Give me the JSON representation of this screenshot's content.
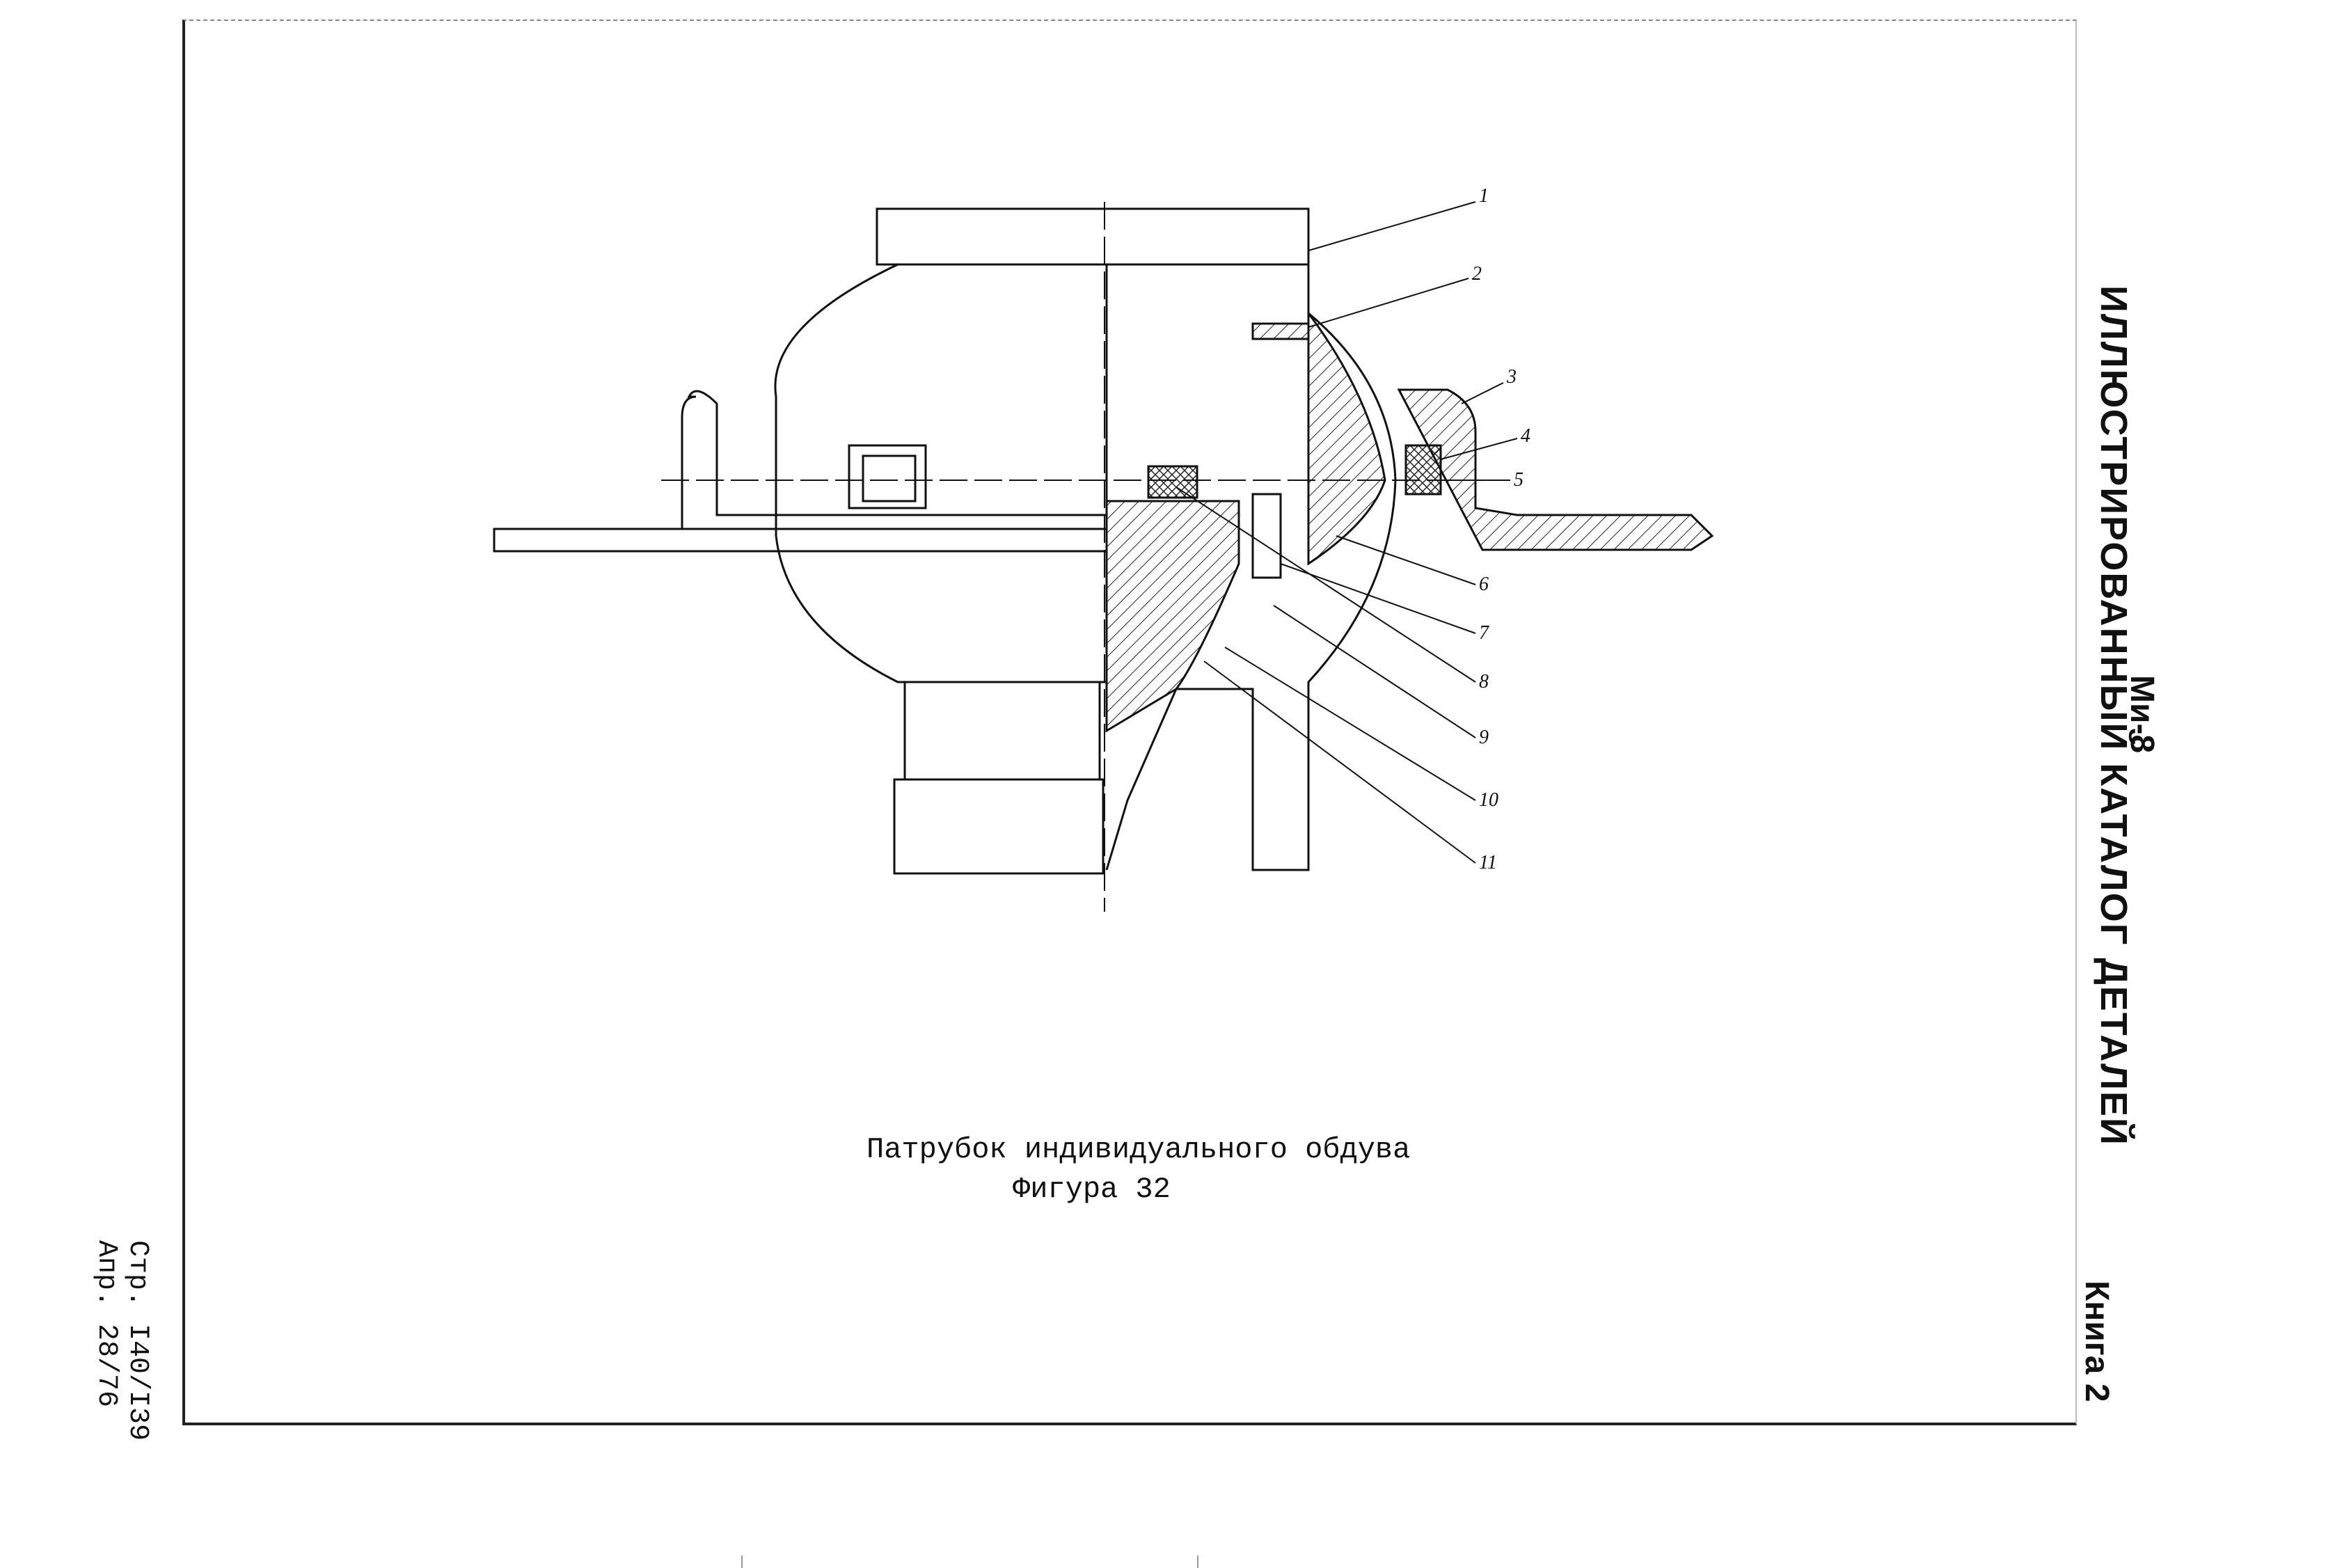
{
  "header": {
    "model": "Ми-8",
    "title": "ИЛЛЮСТРИРОВАННЫЙ КАТАЛОГ ДЕТАЛЕЙ",
    "book": "Книга 2"
  },
  "figure": {
    "caption_line1": "Патрубок индивидуального обдува",
    "caption_line2": "Фигура 32",
    "callouts": [
      "1",
      "2",
      "3",
      "4",
      "5",
      "6",
      "7",
      "8",
      "9",
      "10",
      "11"
    ]
  },
  "footer": {
    "page": "Стр. I40/I39",
    "revision": "Апр. 28/76"
  }
}
